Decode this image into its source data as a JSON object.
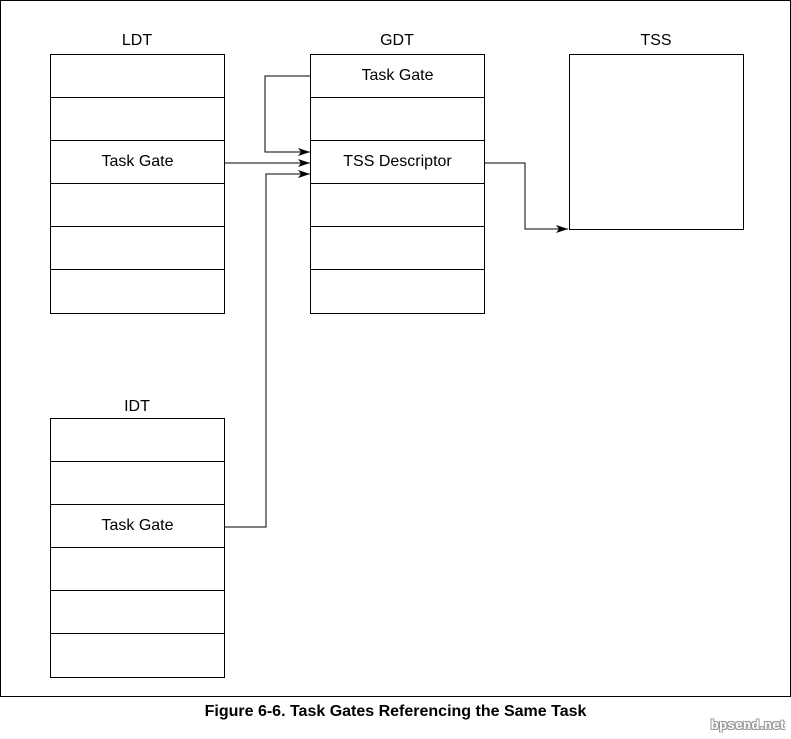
{
  "ldt": {
    "title": "LDT",
    "rows": [
      "",
      "",
      "Task Gate",
      "",
      "",
      ""
    ]
  },
  "gdt": {
    "title": "GDT",
    "rows": [
      "Task Gate",
      "",
      "TSS Descriptor",
      "",
      "",
      ""
    ]
  },
  "idt": {
    "title": "IDT",
    "rows": [
      "",
      "",
      "Task Gate",
      "",
      "",
      ""
    ]
  },
  "tss": {
    "title": "TSS"
  },
  "caption": "Figure 6-6.  Task Gates Referencing the Same Task",
  "watermark": "bpsend.net"
}
